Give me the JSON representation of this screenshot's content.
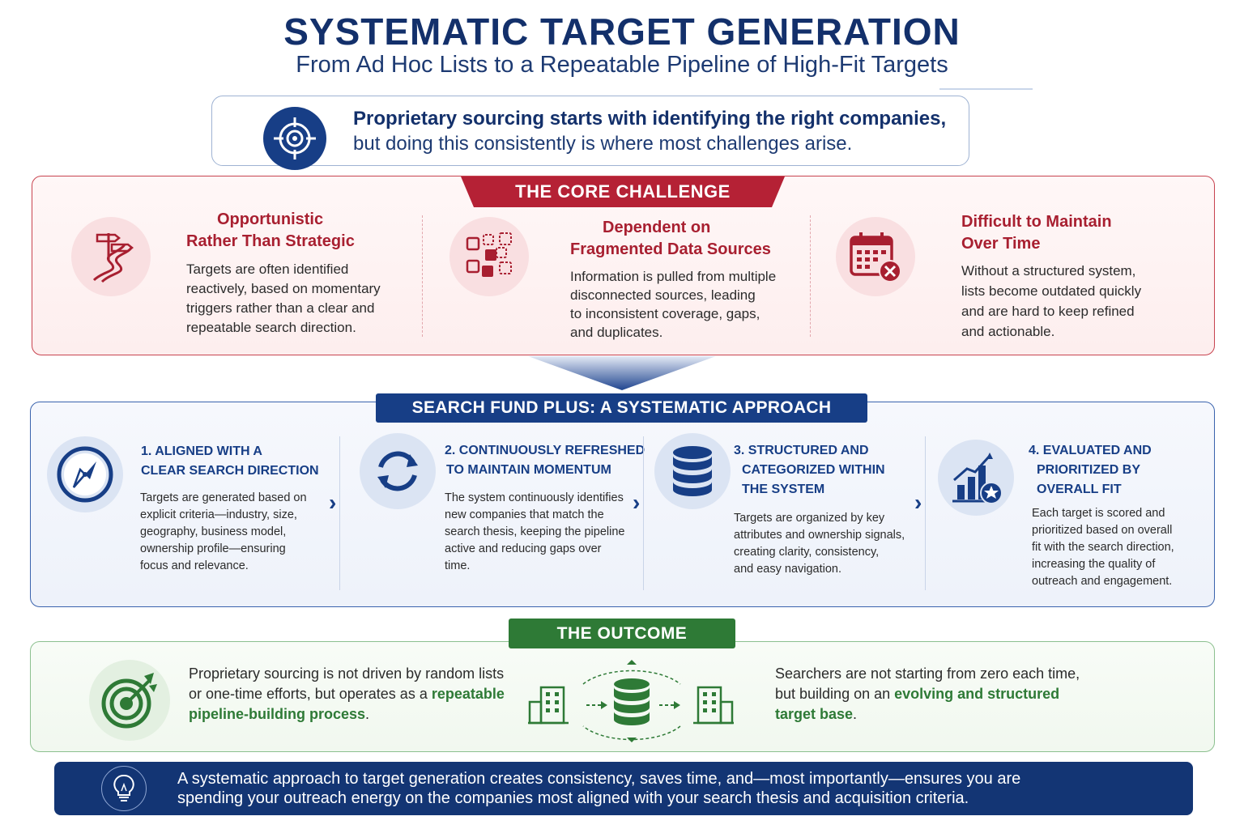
{
  "header": {
    "title": "SYSTEMATIC TARGET GENERATION",
    "subtitle": "From Ad Hoc Lists to a Repeatable Pipeline of High-Fit Targets"
  },
  "intro": {
    "line1": "Proprietary sourcing starts with identifying the right companies,",
    "line2": "but doing this consistently is where most challenges arise.",
    "icon": "target-crosshair-icon"
  },
  "challenge": {
    "heading": "THE CORE CHALLENGE",
    "accent_color": "#b52135",
    "items": [
      {
        "title_line1": "Opportunistic",
        "title_line2": "Rather Than Strategic",
        "body": [
          "Targets are often identified",
          "reactively, based on momentary",
          "triggers rather than a clear and",
          "repeatable search direction."
        ],
        "icon": "winding-road-signpost-icon"
      },
      {
        "title_line1": "Dependent on",
        "title_line2": "Fragmented Data Sources",
        "body": [
          "Information is pulled from multiple",
          "disconnected sources, leading",
          "to inconsistent coverage, gaps,",
          "and duplicates."
        ],
        "icon": "fragmented-squares-icon"
      },
      {
        "title_line1": "Difficult to Maintain",
        "title_line2": "Over Time",
        "body": [
          "Without a structured system,",
          "lists become outdated quickly",
          "and are hard to keep refined",
          "and actionable."
        ],
        "icon": "calendar-x-icon"
      }
    ]
  },
  "approach": {
    "heading": "SEARCH FUND PLUS: A SYSTEMATIC APPROACH",
    "accent_color": "#173e86",
    "steps": [
      {
        "title": [
          "1. ALIGNED WITH A",
          "CLEAR SEARCH DIRECTION"
        ],
        "body": [
          "Targets are generated based on",
          "explicit criteria—industry, size,",
          "geography, business model,",
          "ownership profile—ensuring",
          "focus and relevance."
        ],
        "icon": "compass-icon"
      },
      {
        "title": [
          "2. CONTINUOUSLY REFRESHED",
          "TO MAINTAIN MOMENTUM"
        ],
        "body": [
          "The system continuously identifies",
          "new companies that match the",
          "search thesis, keeping the pipeline",
          "active and reducing gaps over",
          "time."
        ],
        "icon": "refresh-cycle-icon"
      },
      {
        "title": [
          "3. STRUCTURED AND",
          "CATEGORIZED WITHIN",
          "THE SYSTEM"
        ],
        "body": [
          "Targets are organized by key",
          "attributes and ownership signals,",
          "creating clarity, consistency,",
          "and easy navigation."
        ],
        "icon": "database-icon"
      },
      {
        "title": [
          "4. EVALUATED AND",
          "PRIORITIZED BY",
          "OVERALL FIT"
        ],
        "body": [
          "Each target is scored and",
          "prioritized based on overall",
          "fit with the search direction,",
          "increasing the quality of",
          "outreach and engagement."
        ],
        "icon": "bar-chart-star-icon"
      }
    ],
    "arrow_glyph": "›"
  },
  "outcome": {
    "heading": "THE OUTCOME",
    "accent_color": "#2e7a36",
    "left": {
      "line1": "Proprietary sourcing is not driven by random lists",
      "line2_plain": "or one-time efforts, but operates as a ",
      "line2_green": "repeatable",
      "line3_green": "pipeline-building process",
      "line3_plain": "."
    },
    "right": {
      "line1": "Searchers are not starting from zero each time,",
      "line2_plain": "but building on an ",
      "line2_green": "evolving and structured",
      "line3_green": "target base",
      "line3_plain": "."
    },
    "icons": [
      "bullseye-arrow-icon",
      "building-icon",
      "database-cycle-icon",
      "building-icon"
    ]
  },
  "footer": {
    "line1": "A systematic approach to target generation creates consistency, saves time, and—most importantly—ensures you are",
    "line2": "spending your outreach energy on the companies most aligned with your search thesis and acquisition criteria.",
    "icon": "lightbulb-icon"
  }
}
